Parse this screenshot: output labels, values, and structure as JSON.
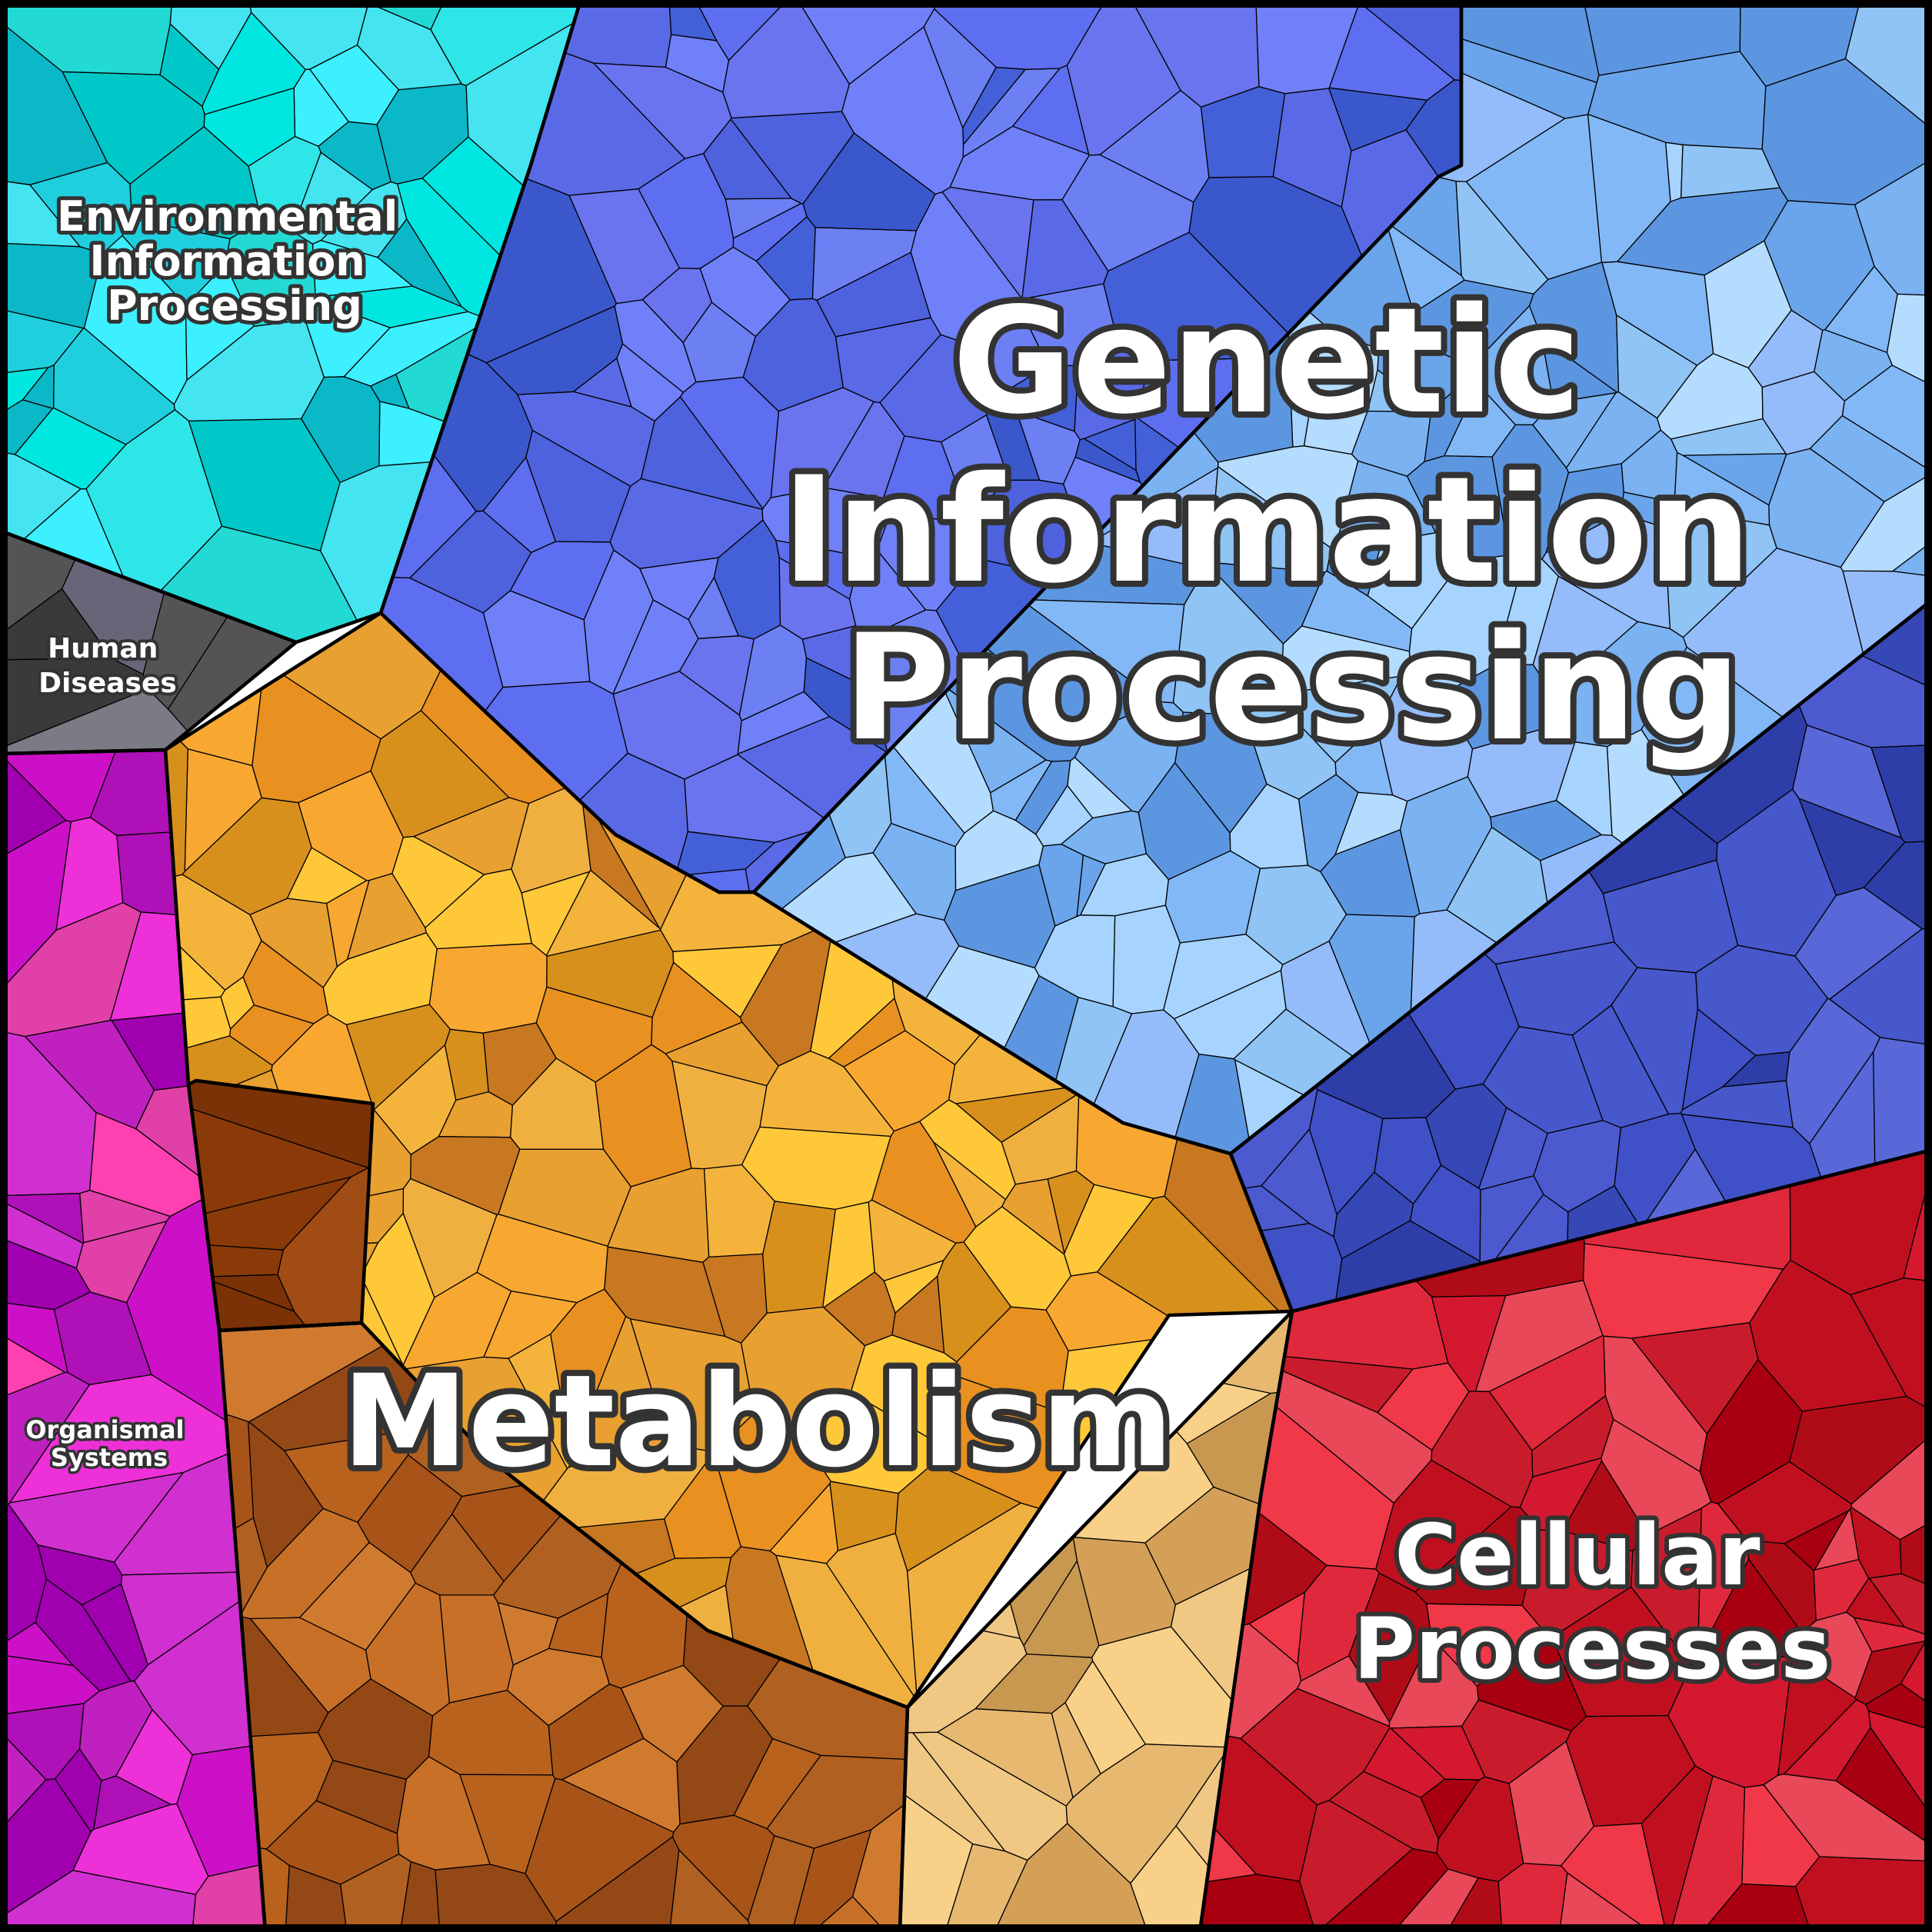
{
  "regions": [
    {
      "id": "environmental",
      "label": [
        "Environmental",
        "Information",
        "Processing"
      ],
      "palette": [
        "#22d9d4",
        "#2ee6e8",
        "#00c8c8",
        "#44e4f0",
        "#1fcfde",
        "#00e6e0",
        "#3df0ff",
        "#0ab8c8"
      ]
    },
    {
      "id": "genetic",
      "label": [
        "Genetic",
        "Information",
        "Processing"
      ],
      "palette": [
        "#5a6ae6",
        "#4e62de",
        "#6a74ee",
        "#4460d8",
        "#6c80f4",
        "#3a58cc",
        "#5e6ef0",
        "#7080f8"
      ]
    },
    {
      "id": "genetic-light",
      "label": [],
      "palette": [
        "#8fc4f4",
        "#7ab2f2",
        "#a6d4ff",
        "#6aa4ea",
        "#94bcfa",
        "#5c96e0",
        "#b4dcff",
        "#82b8f6"
      ]
    },
    {
      "id": "genetic-dark",
      "label": [],
      "palette": [
        "#4050c6",
        "#3648b6",
        "#4c5ad0",
        "#5868d8",
        "#2e3ea8",
        "#4658cc"
      ]
    },
    {
      "id": "human-diseases",
      "label": [
        "Human",
        "Diseases"
      ],
      "palette": [
        "#3a3a3a",
        "#4a4a4a",
        "#2e2e34",
        "#6a6478",
        "#545454",
        "#7c7a84"
      ]
    },
    {
      "id": "organismal",
      "label": [
        "Organismal",
        "Systems"
      ],
      "palette": [
        "#c020c0",
        "#b010b8",
        "#d030d0",
        "#a000b0",
        "#e040a8",
        "#ff40b0",
        "#cc10c8",
        "#ee30d8"
      ]
    },
    {
      "id": "metabolism",
      "label": [
        "Metabolism"
      ],
      "palette": [
        "#e8a030",
        "#f4b43c",
        "#d8901c",
        "#ffc838",
        "#e89020",
        "#f8a830",
        "#c87820",
        "#f0b040"
      ]
    },
    {
      "id": "metabolism-brown",
      "label": [],
      "palette": [
        "#b8621e",
        "#a85418",
        "#c87028",
        "#944816",
        "#d07a30",
        "#b06020"
      ]
    },
    {
      "id": "metabolism-tan",
      "label": [],
      "palette": [
        "#e6b870",
        "#d4a058",
        "#f0c884",
        "#c89850",
        "#f8d088"
      ]
    },
    {
      "id": "metabolism-dark",
      "label": [],
      "palette": [
        "#8a3a08",
        "#7a3206",
        "#9a4410",
        "#a04c14"
      ]
    },
    {
      "id": "cellular",
      "label": [
        "Cellular",
        "Processes"
      ],
      "palette": [
        "#d41830",
        "#b00c18",
        "#e0283c",
        "#c01020",
        "#f03848",
        "#a80010",
        "#e84858",
        "#c81c2c"
      ]
    }
  ]
}
